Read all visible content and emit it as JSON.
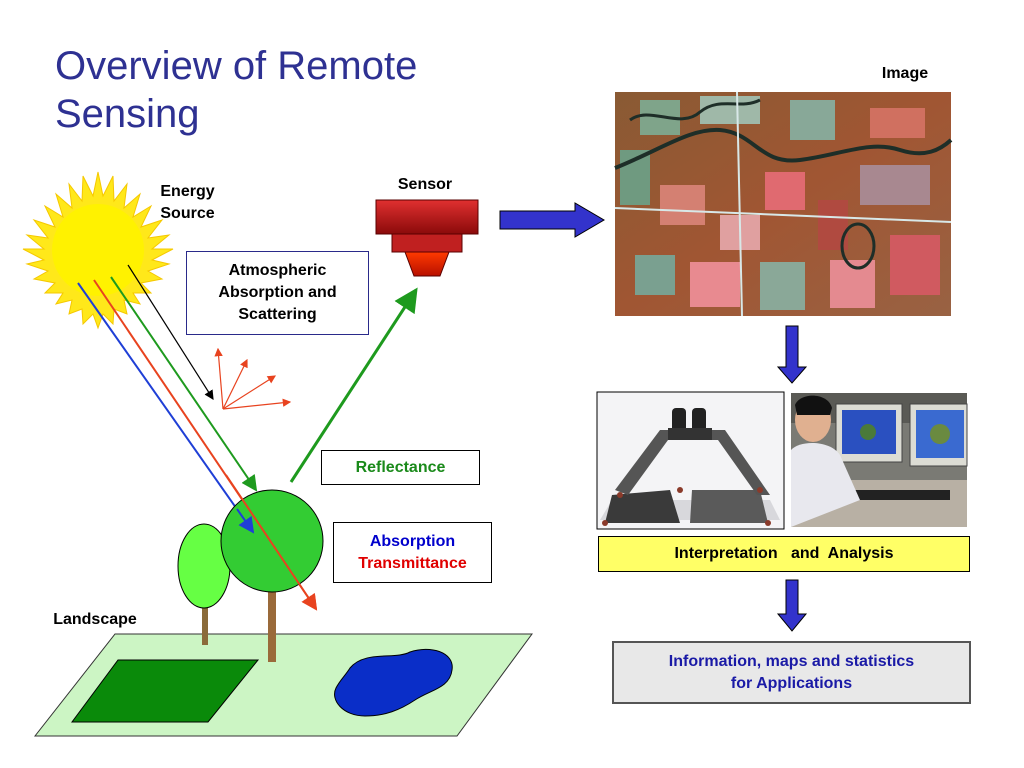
{
  "title_line1": "Overview of Remote",
  "title_line2": "Sensing",
  "labels": {
    "energy_source_line1": "Energy",
    "energy_source_line2": "Source",
    "sensor": "Sensor",
    "image": "Image",
    "landscape": "Landscape"
  },
  "boxes": {
    "atmospheric_line1": "Atmospheric",
    "atmospheric_line2": "Absorption and",
    "atmospheric_line3": "Scattering",
    "reflectance": "Reflectance",
    "absorption": "Absorption",
    "transmittance": "Transmittance",
    "interpretation": "Interpretation   and  Analysis",
    "information_line1": "Information, maps and statistics",
    "information_line2": "for Applications"
  },
  "colors": {
    "title": "#2e3192",
    "reflectance": "#1a8a1a",
    "absorption": "#0000cc",
    "transmittance": "#e00000",
    "info_text": "#1a1aa6",
    "interpretation_bg": "#ffff66",
    "info_bg": "#e8e8e8",
    "flow_arrow": "#3333cc"
  }
}
